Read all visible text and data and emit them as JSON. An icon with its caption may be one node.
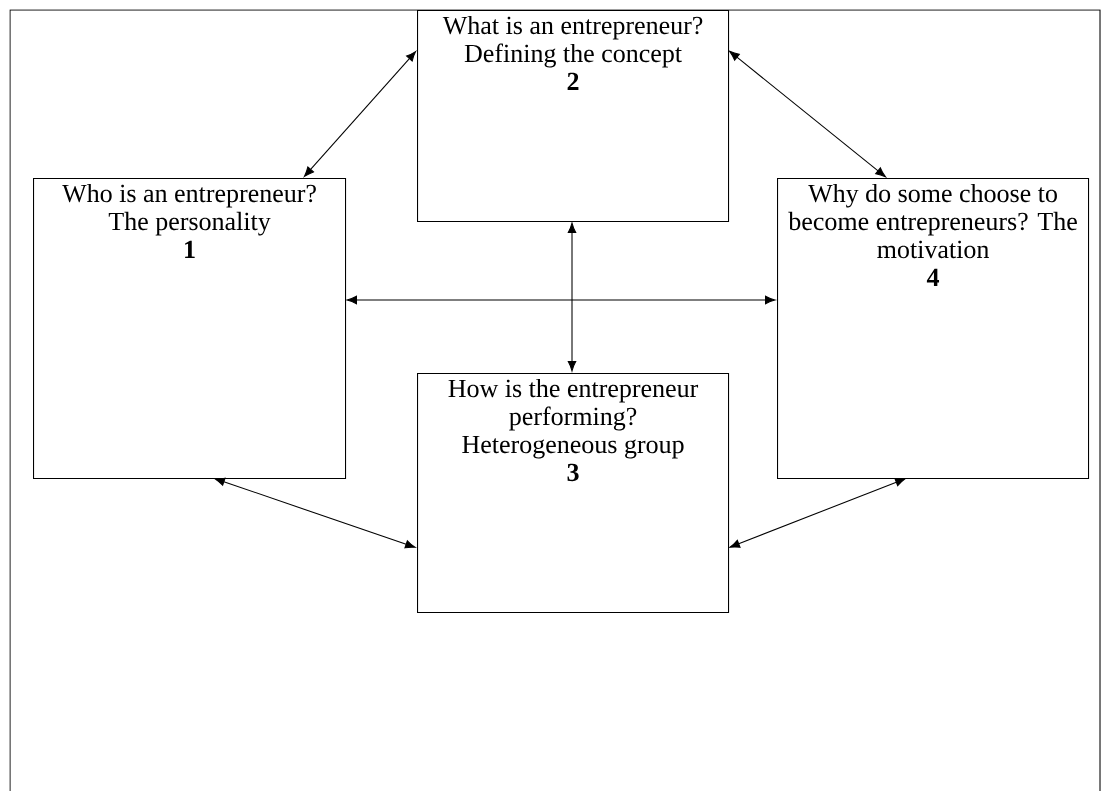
{
  "diagram": {
    "nodes": [
      {
        "text": [
          "What is an entrepreneur? Defining the concept",
          "2"
        ]
      },
      {
        "text": [
          "Who is an entrepreneur? The personality",
          "1"
        ]
      },
      {
        "text": [
          "Why do some choose to become entrepreneurs? The motivation",
          "4"
        ]
      },
      {
        "text": [
          "How is the entrepreneur performing? Heterogeneous group",
          "3"
        ]
      }
    ],
    "edges": [
      {
        "from": 1,
        "to": 0,
        "arrow": "both"
      },
      {
        "from": 0,
        "to": 2,
        "arrow": "both"
      },
      {
        "from": 1,
        "to": 2,
        "arrow": "both"
      },
      {
        "from": 0,
        "to": 3,
        "arrow": "both"
      },
      {
        "from": 1,
        "to": 3,
        "arrow": "both"
      },
      {
        "from": 2,
        "to": 3,
        "arrow": "both"
      }
    ]
  }
}
